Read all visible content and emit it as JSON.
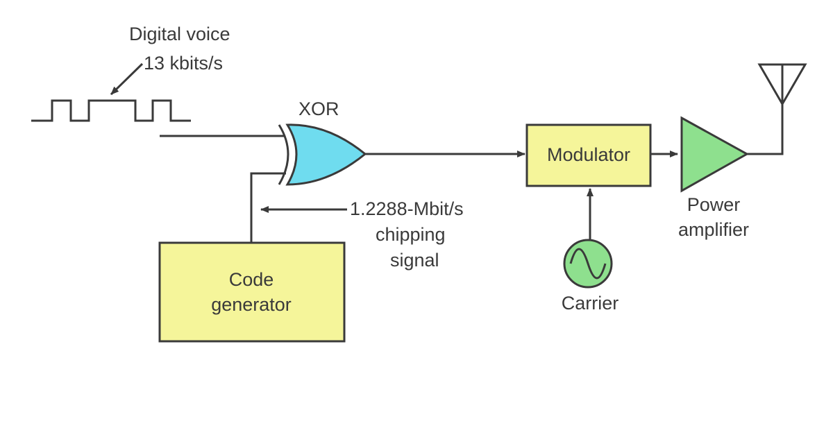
{
  "labels": {
    "digital_voice_line1": "Digital voice",
    "digital_voice_line2": "13 kbits/s",
    "xor": "XOR",
    "chipping_line1": "1.2288-Mbit/s",
    "chipping_line2": "chipping",
    "chipping_line3": "signal",
    "code_generator_line1": "Code",
    "code_generator_line2": "generator",
    "modulator": "Modulator",
    "carrier": "Carrier",
    "power_amp_line1": "Power",
    "power_amp_line2": "amplifier"
  },
  "colors": {
    "block_fill": "#f5f59a",
    "xor_fill": "#6fdcef",
    "amplifier_fill": "#8ee08e",
    "carrier_fill": "#8ee08e",
    "stroke": "#3a3a3a"
  }
}
